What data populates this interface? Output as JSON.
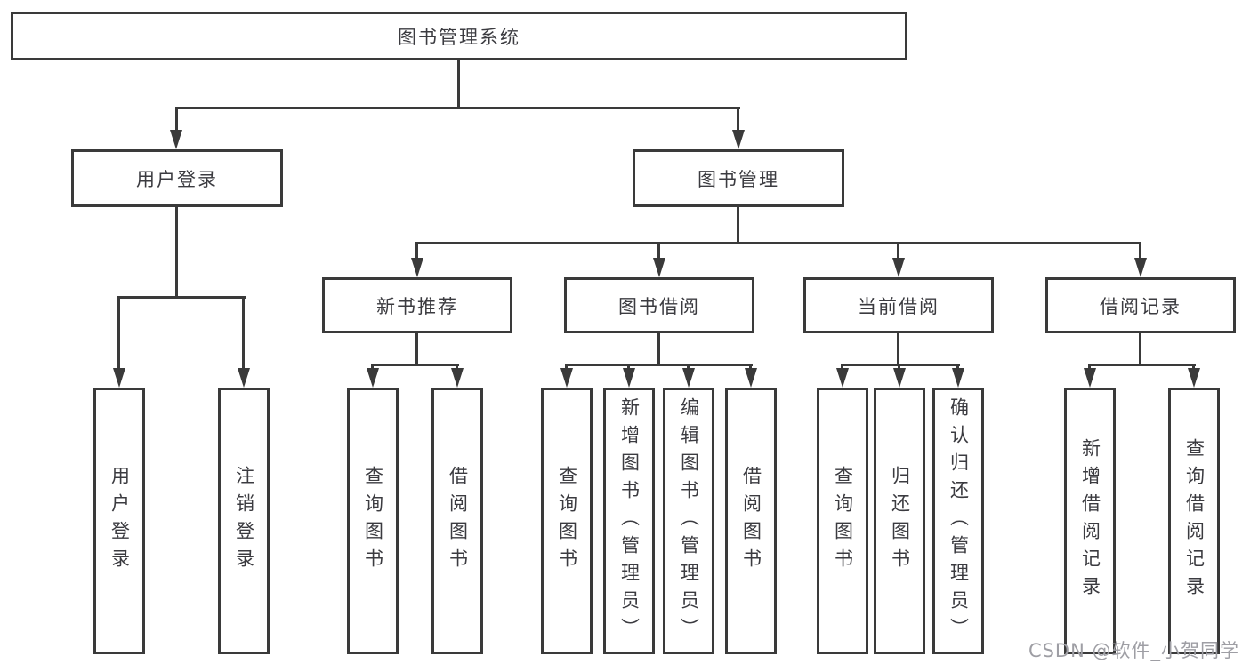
{
  "diagram": {
    "root": {
      "label": "图书管理系统"
    },
    "level1": [
      {
        "label": "用户登录"
      },
      {
        "label": "图书管理"
      }
    ],
    "level2": [
      {
        "label": "新书推荐"
      },
      {
        "label": "图书借阅"
      },
      {
        "label": "当前借阅"
      },
      {
        "label": "借阅记录"
      }
    ],
    "leaves": {
      "user_login": [
        {
          "label": "用户登录"
        },
        {
          "label": "注销登录"
        }
      ],
      "new_book": [
        {
          "label": "查询图书"
        },
        {
          "label": "借阅图书"
        }
      ],
      "book_borrow": [
        {
          "label": "查询图书"
        },
        {
          "label": "新增图书（管理员）"
        },
        {
          "label": "编辑图书（管理员）"
        },
        {
          "label": "借阅图书"
        }
      ],
      "current_borrow": [
        {
          "label": "查询图书"
        },
        {
          "label": "归还图书"
        },
        {
          "label": "确认归还（管理员）"
        }
      ],
      "borrow_record": [
        {
          "label": "新增借阅记录"
        },
        {
          "label": "查询借阅记录"
        }
      ]
    },
    "watermark": "CSDN @软件_小贺同学",
    "colors": {
      "line": "#3a3a3a",
      "text": "#3b3b40",
      "watermark": "#9e9ea4",
      "background": "#ffffff"
    }
  }
}
